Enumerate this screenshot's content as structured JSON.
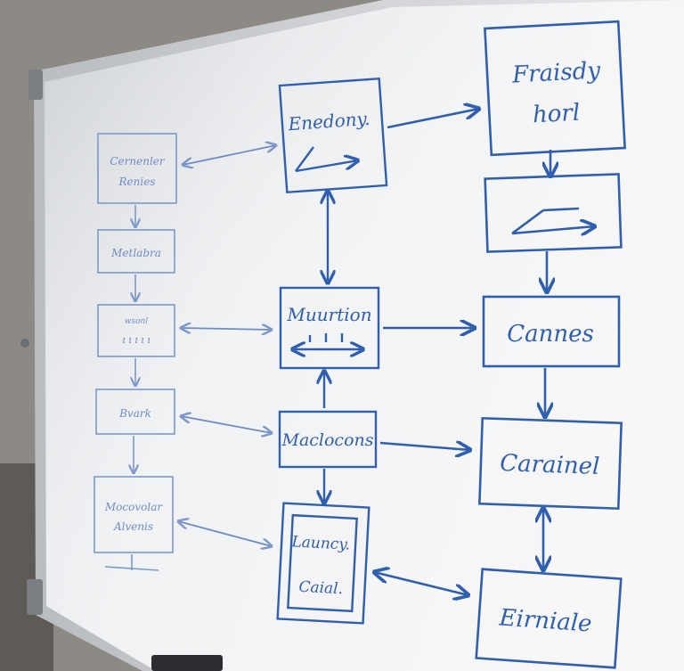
{
  "whiteboard": {
    "ink_color": "#2f5fae",
    "faint_ink_color": "#7d98c9",
    "left_column": [
      {
        "lines": [
          "Cernenler",
          "Renies"
        ]
      },
      {
        "lines": [
          "Metlabra"
        ]
      },
      {
        "lines": [
          "wsonl",
          "ı ı ı ı ı"
        ]
      },
      {
        "lines": [
          "Bvark"
        ]
      },
      {
        "lines": [
          "Mocovolar",
          "Alvenis"
        ]
      }
    ],
    "middle_column": [
      {
        "lines": [
          "Enedony."
        ]
      },
      {
        "lines": [
          "Muurtion"
        ]
      },
      {
        "lines": [
          "Maclocons"
        ]
      },
      {
        "lines": [
          "Launcy.",
          "Caial."
        ]
      }
    ],
    "right_column": [
      {
        "lines": [
          "Fraisdy",
          "horl"
        ]
      },
      {
        "lines": []
      },
      {
        "lines": [
          "Cannes"
        ]
      },
      {
        "lines": [
          "Carainel"
        ]
      },
      {
        "lines": [
          "Eirniale"
        ]
      }
    ]
  }
}
